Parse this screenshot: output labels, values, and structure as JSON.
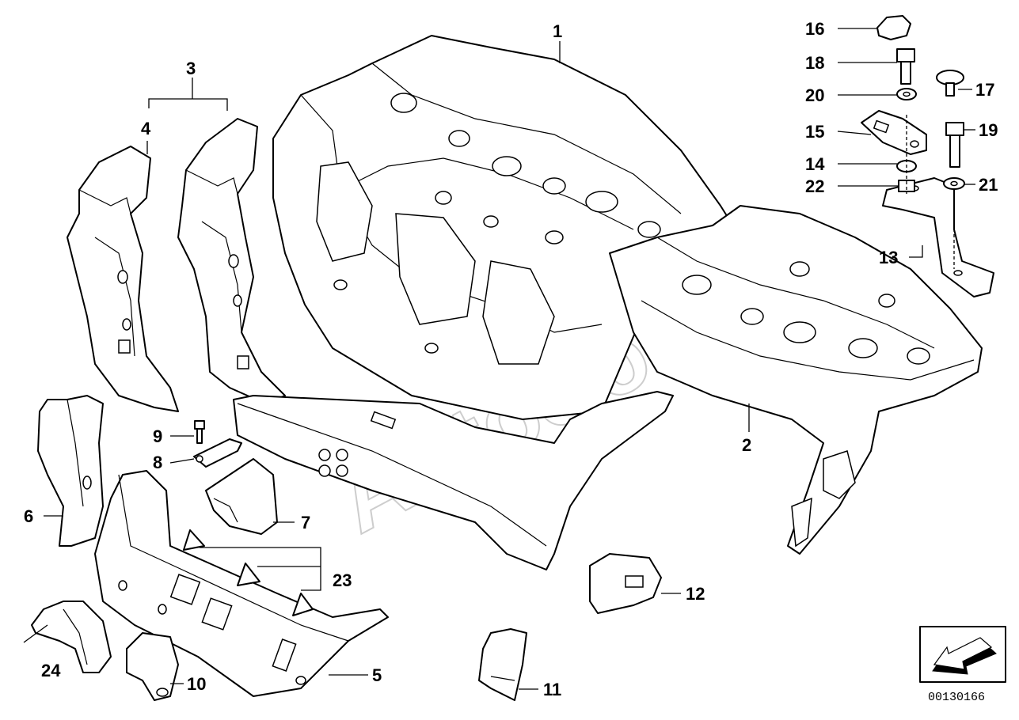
{
  "diagram": {
    "reference_number": "00130166",
    "watermark": "AutoSoft",
    "callouts": {
      "c1": "1",
      "c2": "2",
      "c3": "3",
      "c4": "4",
      "c5": "5",
      "c6": "6",
      "c7": "7",
      "c8": "8",
      "c9": "9",
      "c10": "10",
      "c11": "11",
      "c12": "12",
      "c13": "13",
      "c14": "14",
      "c15": "15",
      "c16": "16",
      "c17": "17",
      "c18": "18",
      "c19": "19",
      "c20": "20",
      "c21": "21",
      "c22": "22",
      "c23": "23",
      "c24": "24"
    }
  }
}
